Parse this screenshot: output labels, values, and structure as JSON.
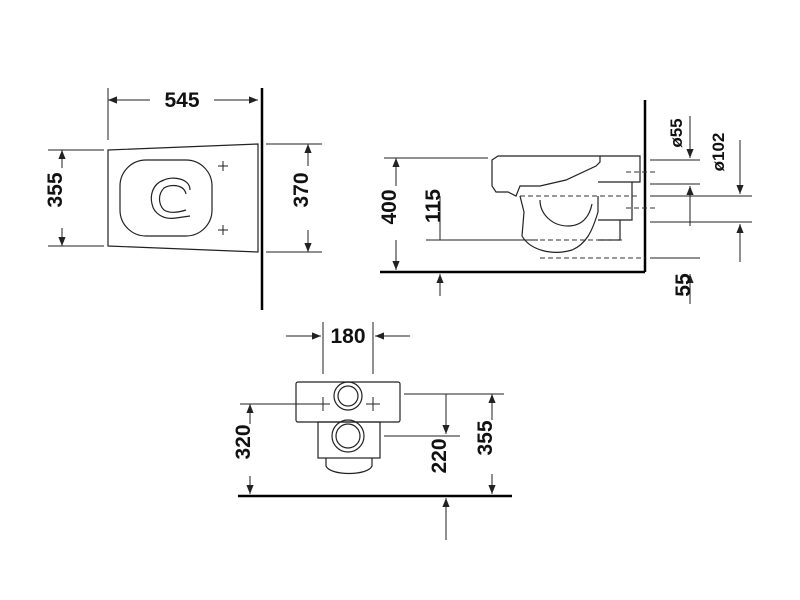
{
  "top_view": {
    "width_label": "545",
    "depth_label": "355",
    "depth_with_wall_label": "370"
  },
  "side_view": {
    "height_label": "400",
    "outlet_height_label": "115",
    "inlet_diameter_label": "ø55",
    "outlet_diameter_label": "ø102",
    "floor_offset_label": "55"
  },
  "front_view": {
    "bolt_spacing_label": "180",
    "inlet_height_label": "320",
    "outlet_height_label": "220",
    "total_height_label": "355"
  }
}
